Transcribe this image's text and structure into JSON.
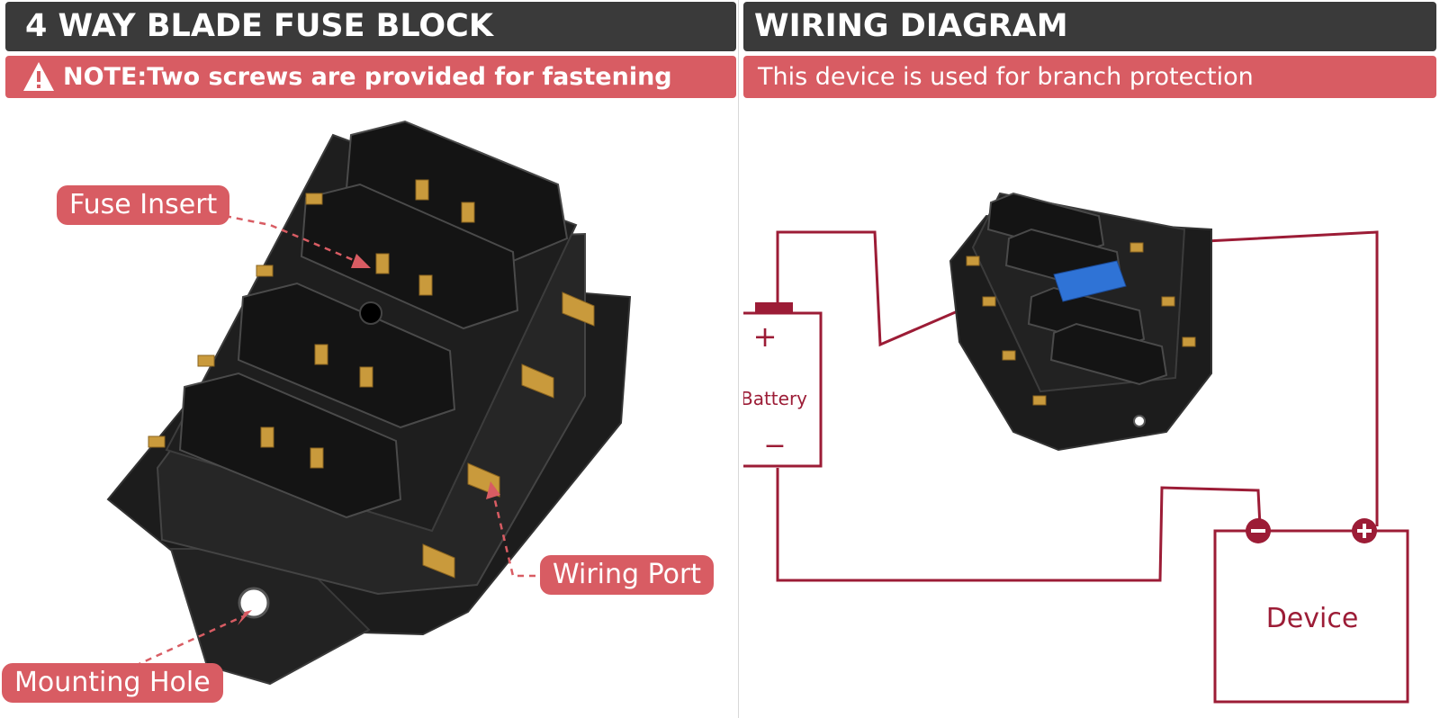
{
  "left": {
    "title": "4 WAY BLADE FUSE BLOCK",
    "note": "NOTE:Two screws are provided for fastening",
    "callouts": {
      "fuse_insert": "Fuse Insert",
      "wiring_port": "Wiring Port",
      "mounting_hole": "Mounting Hole"
    }
  },
  "right": {
    "title": "WIRING DIAGRAM",
    "note": "This device is used for branch protection",
    "battery": {
      "label": "Battery",
      "plus": "+",
      "minus": "−"
    },
    "device": {
      "label": "Device"
    }
  },
  "colors": {
    "title_bar": "#3a3a3a",
    "accent_red": "#d85c63",
    "wire": "#9c1c36",
    "fuse_body": "#1e1e1e",
    "terminal_brass": "#c99a3c",
    "fuse_blue": "#2f73d6"
  }
}
